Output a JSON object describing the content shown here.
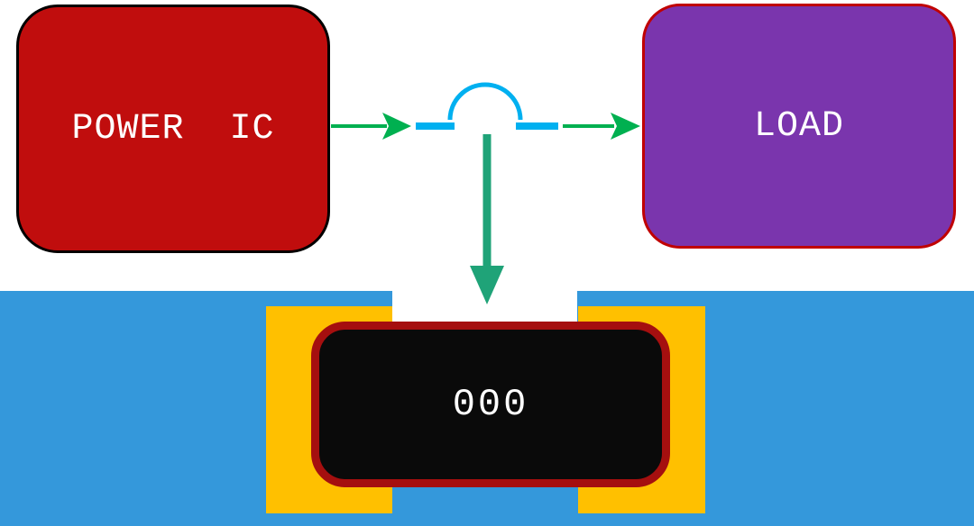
{
  "diagram": {
    "power_ic_label": "POWER  IC",
    "load_label": "LOAD",
    "resistor_marking": "000"
  },
  "colors": {
    "power_ic_fill": "#c00d0d",
    "power_ic_border": "#000000",
    "load_fill": "#7a35ad",
    "load_border": "#c00000",
    "arrow_green": "#00b050",
    "arrow_teal": "#1fa378",
    "dash_cyan": "#00b0f0",
    "pcb_blue": "#3498db",
    "pad_yellow": "#ffc000",
    "resistor_body": "#0a0a0a",
    "resistor_border": "#a50f0f",
    "label_text": "#ffffff"
  }
}
